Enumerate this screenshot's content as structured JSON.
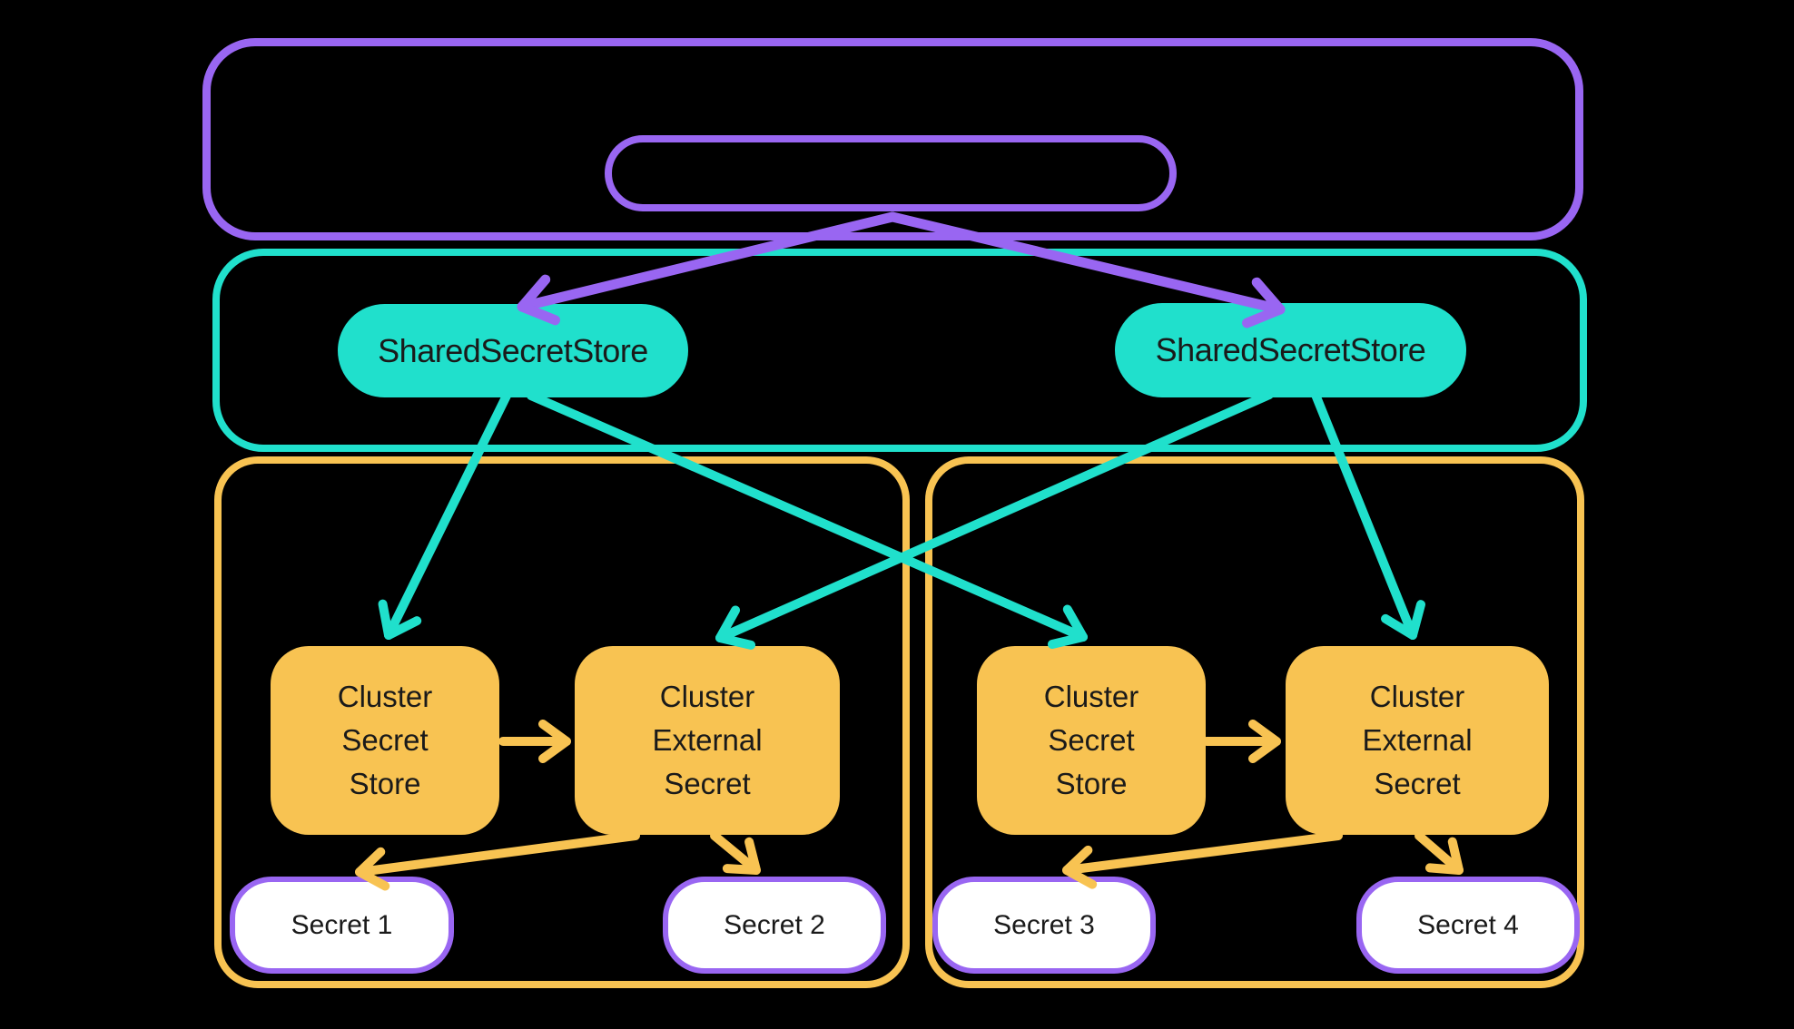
{
  "colors": {
    "background": "#000000",
    "purple": "#9966F2",
    "teal": "#20E0CC",
    "yellow": "#F8C352",
    "secret_fill": "#FFFFFF",
    "text": "#1A1A1A"
  },
  "shared_stores": {
    "left": {
      "label": "SharedSecretStore"
    },
    "right": {
      "label": "SharedSecretStore"
    }
  },
  "clusters": {
    "left": {
      "secret_store": {
        "lines": [
          "Cluster",
          "Secret",
          "Store"
        ]
      },
      "external_secret": {
        "lines": [
          "Cluster",
          "External",
          "Secret"
        ]
      },
      "secrets": [
        {
          "label": "Secret 1"
        },
        {
          "label": "Secret 2"
        }
      ]
    },
    "right": {
      "secret_store": {
        "lines": [
          "Cluster",
          "Secret",
          "Store"
        ]
      },
      "external_secret": {
        "lines": [
          "Cluster",
          "External",
          "Secret"
        ]
      },
      "secrets": [
        {
          "label": "Secret 3"
        },
        {
          "label": "Secret 4"
        }
      ]
    }
  }
}
